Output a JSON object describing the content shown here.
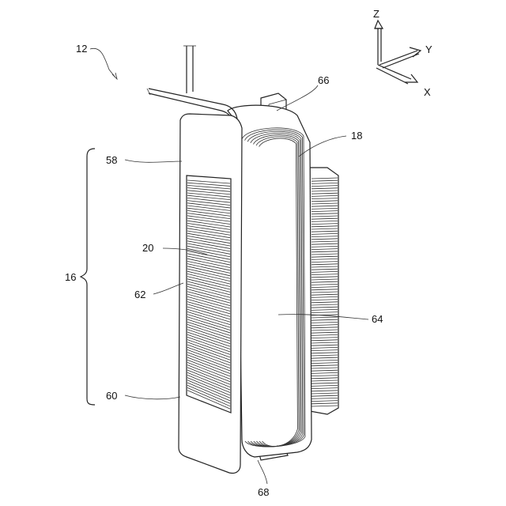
{
  "labels": {
    "ref_12": "12",
    "ref_66": "66",
    "ref_18": "18",
    "ref_58": "58",
    "ref_20": "20",
    "ref_16": "16",
    "ref_62": "62",
    "ref_64": "64",
    "ref_60": "60",
    "ref_68": "68"
  },
  "axes": {
    "z": "Z",
    "y": "Y",
    "x": "X"
  },
  "colors": {
    "line": "#222222",
    "background": "#ffffff"
  }
}
